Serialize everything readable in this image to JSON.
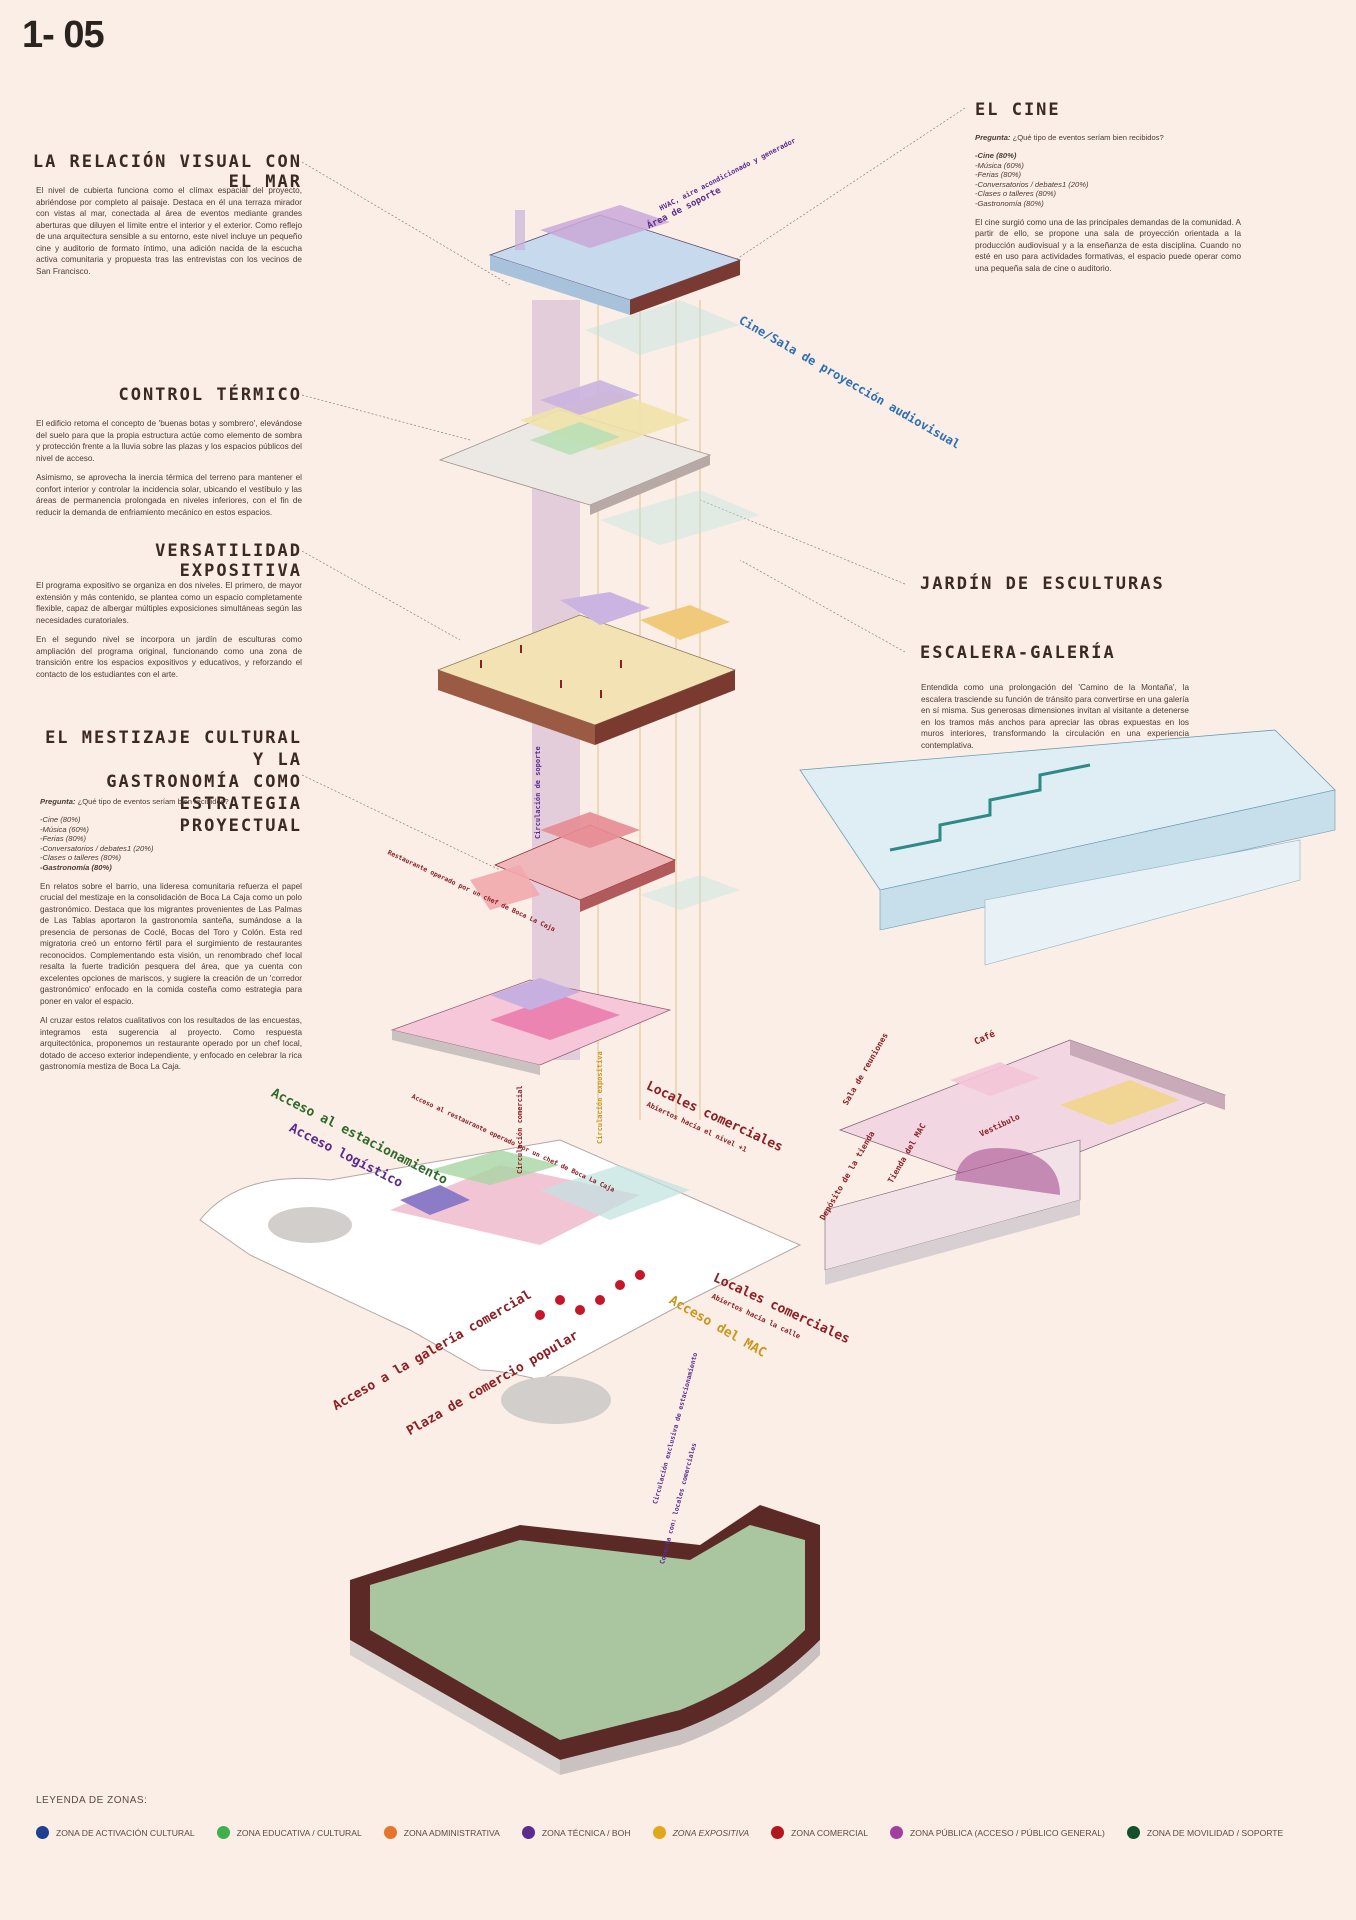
{
  "sheet": {
    "id": "1- 05"
  },
  "sections": {
    "relacion": {
      "title": "La relación visual con el mar",
      "body": "El nivel de cubierta funciona como el clímax espacial del proyecto, abriéndose por completo al paisaje. Destaca en él una terraza mirador con vistas al mar, conectada al área de eventos mediante grandes aberturas que diluyen el límite entre el interior y el exterior. Como reflejo de una arquitectura sensible a su entorno, este nivel incluye un pequeño cine y auditorio de formato íntimo, una adición nacida de la escucha activa comunitaria y propuesta tras las entrevistas con los vecinos de San Francisco."
    },
    "control": {
      "title": "Control Térmico",
      "body1": "El edificio retoma el concepto de 'buenas botas y sombrero', elevándose del suelo para que la propia estructura actúe como elemento de sombra y protección frente a la lluvia sobre las plazas y los espacios públicos del nivel de acceso.",
      "body2": "Asimismo, se aprovecha la inercia térmica del terreno para mantener el confort interior y controlar la incidencia solar, ubicando el vestíbulo y las áreas de permanencia prolongada en niveles inferiores, con el fin de reducir la demanda de enfriamiento mecánico en estos espacios."
    },
    "versatilidad": {
      "title": "Versatilidad Expositiva",
      "body1": "El programa expositivo se organiza en dos niveles. El primero, de mayor extensión y más contenido, se plantea como un espacio completamente flexible, capaz de albergar múltiples exposiciones simultáneas según las necesidades curatoriales.",
      "body2": "En el segundo nivel se incorpora un jardín de esculturas como ampliación del programa original, funcionando como una zona de transición entre los espacios expositivos y educativos, y reforzando el contacto de los estudiantes con el arte."
    },
    "mestizaje": {
      "title_line1": "El mestizaje cultural y la",
      "title_line2": "gastronomía como estrategia",
      "title_line3": "proyectual",
      "question_label": "Pregunta:",
      "question": "¿Qué tipo de eventos seríam bien recibidos?",
      "list": [
        "-Cine (80%)",
        "-Música (60%)",
        "-Ferias (80%)",
        "-Conversatorios / debates1 (20%)",
        "-Clases o talleres (80%)",
        "-Gastronomía (80%)"
      ],
      "body1": "En relatos sobre el barrio, una lideresa comunitaria refuerza el papel crucial del mestizaje en la consolidación de Boca La Caja como un polo gastronómico. Destaca que los migrantes provenientes de Las Palmas de Las Tablas aportaron la gastronomía santeña, sumándose a la presencia de personas de Coclé, Bocas del Toro y Colón. Esta red migratoria creó un entorno fértil para el surgimiento de restaurantes reconocidos. Complementando esta visión, un renombrado chef local resalta la fuerte tradición pesquera del área, que ya cuenta con excelentes opciones de mariscos, y sugiere la creación de un 'corredor gastronómico' enfocado en la comida costeña como estrategia para poner en valor el espacio.",
      "body2": "Al cruzar estos relatos cualitativos con los resultados de las encuestas, integramos esta sugerencia al proyecto. Como respuesta arquitectónica, proponemos un restaurante operado por un chef local, dotado de acceso exterior independiente, y enfocado en celebrar la rica gastronomía mestiza de Boca La Caja."
    },
    "cine": {
      "title": "El cine",
      "question_label": "Pregunta:",
      "question": "¿Qué tipo de eventos seríam bien recibidos?",
      "list": [
        "-Cine (80%)",
        "-Música (60%)",
        "-Ferias (80%)",
        "-Conversatorios / debates1 (20%)",
        "-Clases o talleres (80%)",
        "-Gastronomía (80%)"
      ],
      "body": "El cine surgió como una de las principales demandas de la comunidad. A partir de ello, se propone una sala de proyección orientada a la producción audiovisual y a la enseñanza de esta disciplina. Cuando no esté en uso para actividades formativas, el espacio puede operar como una pequeña sala de cine o auditorio."
    },
    "jardin": {
      "title": "Jardín de esculturas"
    },
    "escalera": {
      "title": "Escalera-Galería",
      "body": "Entendida como una prolongación del 'Camino de la Montaña', la escalera trasciende su función de tránsito para convertirse en una galería en sí misma. Sus generosas dimensiones invitan al visitante a detenerse en los tramos más anchos para apreciar las obras expuestas en los muros interiores, transformando la circulación en una experiencia contemplativa."
    }
  },
  "diagram_labels": {
    "area_soporte": "Área de soporte",
    "area_soporte_2": "HVAC, aire acondicionado y generador",
    "cine_sala": "Cine/Sala de proyección audiovisual",
    "circulacion_soporte": "Circulación de soporte",
    "restaurante": "Restaurante operado por un chef de Boca La Caja",
    "acceso_restaurante": "Acceso al restaurante operado por un chef de Boca La Caja",
    "locales_1": "Locales comerciales",
    "locales_1_sub": "Abiertos hacia el nivel +1",
    "circ_expositiva": "Circulación expositiva",
    "circ_comercial": "Circulación comercial",
    "acceso_estacionamiento": "Acceso al estacionamiento",
    "acceso_logistico": "Acceso logístico",
    "locales_2": "Locales comerciales",
    "locales_2_sub": "Abiertos hacia la calle",
    "acceso_mac": "Acceso del MAC",
    "acceso_galeria": "Acceso a la galería comercial",
    "plaza": "Plaza de comercio popular",
    "circ_estacionamiento": "Circulación exclusiva de estacionamiento",
    "conecta": "Conecta con: locales comerciales",
    "cafe": "Café",
    "sala_reuniones": "Sala de reuniones",
    "vestibulo": "Vestíbulo",
    "tienda": "Tienda del MAC",
    "deposito": "Depósito de la tienda"
  },
  "legend": {
    "title": "LEYENDA DE ZONAS:",
    "items": [
      {
        "label": "ZONA DE ACTIVACIÓN CULTURAL",
        "color": "#1f3f8f"
      },
      {
        "label": "ZONA EDUCATIVA / CULTURAL",
        "color": "#3fb04a"
      },
      {
        "label": "ZONA ADMINISTRATIVA",
        "color": "#e8732a"
      },
      {
        "label": "ZONA TÉCNICA / BOH",
        "color": "#5a2c8e"
      },
      {
        "label": "ZONA EXPOSITIVA",
        "color": "#e2a81d"
      },
      {
        "label": "ZONA COMERCIAL",
        "color": "#b3171e"
      },
      {
        "label": "ZONA PÚBLICA (ACCESO / PÚBLICO GENERAL)",
        "color": "#a23f9e"
      },
      {
        "label": "ZONA DE MOVILIDAD / SOPORTE",
        "color": "#14502a"
      }
    ]
  },
  "colors": {
    "background": "#fbeee6",
    "heading": "#3b2a23",
    "wall_brown": "#5b2a26",
    "teal": "#2e8a86",
    "blue_label": "#2f6fb3",
    "red_label": "#8c1f24",
    "green_label": "#2f6a2a",
    "purple_label": "#5a2c8e",
    "gold_label": "#c9961b"
  }
}
